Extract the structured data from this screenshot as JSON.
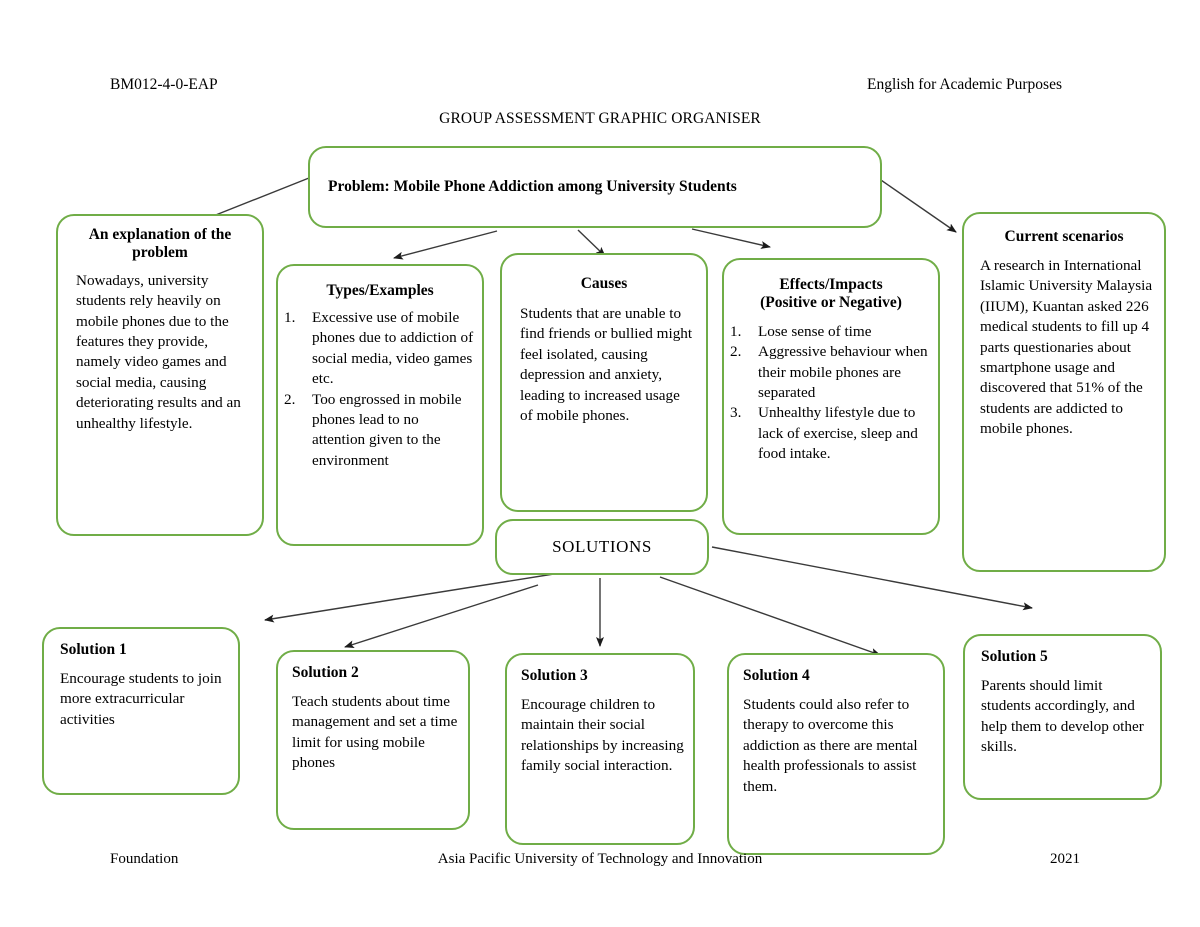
{
  "header": {
    "module_code": "BM012-4-0-EAP",
    "course": "English for Academic Purposes",
    "title": "GROUP ASSESSMENT GRAPHIC ORGANISER"
  },
  "footer": {
    "level": "Foundation",
    "institution": "Asia Pacific University of Technology and Innovation",
    "year": "2021"
  },
  "colors": {
    "node_border": "#70AD47",
    "arrow": "#3a3a3a",
    "text": "#000000"
  },
  "nodes": {
    "problem": {
      "title": "Problem: Mobile Phone Addiction among University Students"
    },
    "explanation": {
      "title": "An explanation of the problem",
      "body": "Nowadays, university students rely heavily on mobile phones due to the features they provide, namely video games and social media, causing deteriorating results and an unhealthy lifestyle."
    },
    "types": {
      "title": "Types/Examples",
      "items": [
        "Excessive use of mobile phones due to addiction of social media, video games etc.",
        "Too engrossed in mobile phones lead to no attention given to the environment"
      ]
    },
    "causes": {
      "title": "Causes",
      "body": "Students that are unable to find friends or bullied might feel isolated, causing depression and anxiety, leading to increased usage of mobile phones."
    },
    "effects": {
      "title": "Effects/Impacts",
      "title2": "(Positive or Negative)",
      "items": [
        "Lose sense of time",
        "Aggressive behaviour when their mobile phones are separated",
        "Unhealthy lifestyle due to lack of exercise, sleep and food intake."
      ]
    },
    "scenarios": {
      "title": "Current scenarios",
      "body": "A research in International Islamic University Malaysia (IIUM), Kuantan asked 226 medical students to fill up 4 parts questionaries about smartphone usage and discovered that 51% of the students are addicted to mobile phones."
    },
    "solutions_hub": {
      "title": "SOLUTIONS"
    },
    "solution1": {
      "title": "Solution 1",
      "body": "Encourage students to join more extracurricular activities"
    },
    "solution2": {
      "title": "Solution 2",
      "body": "Teach students about time management and set a time limit for using mobile phones"
    },
    "solution3": {
      "title": "Solution 3",
      "body": "Encourage children to maintain their social relationships by increasing family social interaction."
    },
    "solution4": {
      "title": "Solution 4",
      "body": "Students could also refer to therapy to overcome this addiction as there are mental health professionals to assist them."
    },
    "solution5": {
      "title": "Solution 5",
      "body": "Parents should limit students accordingly, and help them to develop other skills."
    }
  }
}
